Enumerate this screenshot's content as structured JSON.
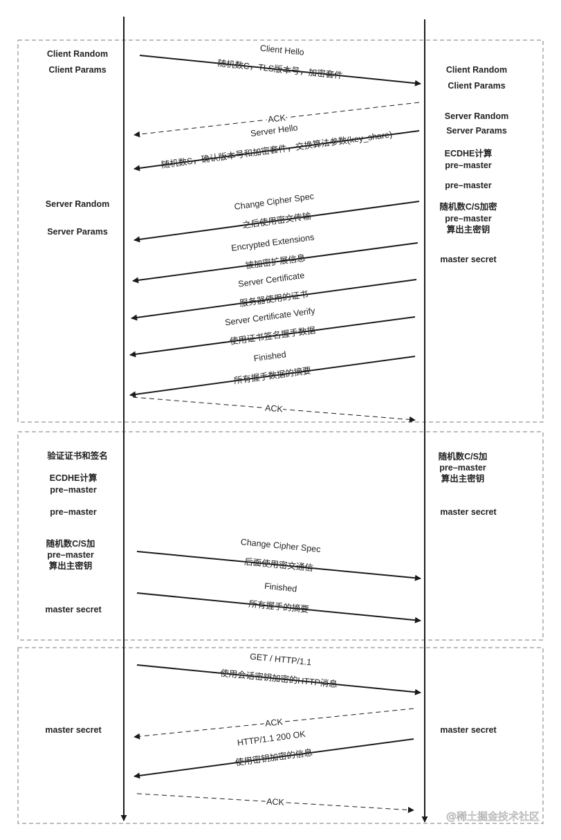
{
  "colors": {
    "line": "#1a1a1a",
    "dashed_box": "#7a7a7a",
    "text": "#222222"
  },
  "left_notes": [
    "Client Random",
    "Client Params",
    "Server Random",
    "Server Params",
    "验证证书和签名",
    "ECDHE计算",
    "pre–master",
    "pre–master",
    "随机数C/S加",
    "pre–master",
    "算出主密钥",
    "master secret",
    "master secret"
  ],
  "right_notes": [
    "Client Random",
    "Client Params",
    "Server Random",
    "Server Params",
    "ECDHE计算",
    "pre–master",
    "pre–master",
    "随机数C/S加密",
    "pre–master",
    "算出主密钥",
    "master secret",
    "随机数C/S加",
    "pre–master",
    "算出主密钥",
    "master secret",
    "master secret"
  ],
  "messages": [
    {
      "dir": "right",
      "dashed": false,
      "label": "Client Hello",
      "sublabel": "随机数C，TLS版本号，加密套件"
    },
    {
      "dir": "left",
      "dashed": true,
      "label": "ACK",
      "sublabel": ""
    },
    {
      "dir": "left",
      "dashed": false,
      "label": "Server Hello",
      "sublabel": "随机数S，确认版本号和加密套件，交换算法参数(key_share)"
    },
    {
      "dir": "left",
      "dashed": false,
      "label": "Change Cipher Spec",
      "sublabel": "之后使用密文传输"
    },
    {
      "dir": "left",
      "dashed": false,
      "label": "Encrypted Extensions",
      "sublabel": "被加密扩展信息"
    },
    {
      "dir": "left",
      "dashed": false,
      "label": "Server Certificate",
      "sublabel": "服务器使用的证书"
    },
    {
      "dir": "left",
      "dashed": false,
      "label": "Server Certificate Verify",
      "sublabel": "使用证书签名握手数据"
    },
    {
      "dir": "left",
      "dashed": false,
      "label": "Finished",
      "sublabel": "所有握手数据的摘要"
    },
    {
      "dir": "right",
      "dashed": true,
      "label": "ACK",
      "sublabel": ""
    },
    {
      "dir": "right",
      "dashed": false,
      "label": "Change Cipher Spec",
      "sublabel": "后面使用密文通信"
    },
    {
      "dir": "right",
      "dashed": false,
      "label": "Finished",
      "sublabel": "所有握手的摘要"
    },
    {
      "dir": "right",
      "dashed": false,
      "label": "GET / HTTP/1.1",
      "sublabel": "使用会话密钥加密的HTTP消息"
    },
    {
      "dir": "left",
      "dashed": true,
      "label": "ACK",
      "sublabel": ""
    },
    {
      "dir": "left",
      "dashed": false,
      "label": "HTTP/1.1 200 OK",
      "sublabel": "使用密钥加密的信息"
    },
    {
      "dir": "right",
      "dashed": true,
      "label": "ACK",
      "sublabel": ""
    }
  ],
  "watermark": "@稀土掘金技术社区"
}
